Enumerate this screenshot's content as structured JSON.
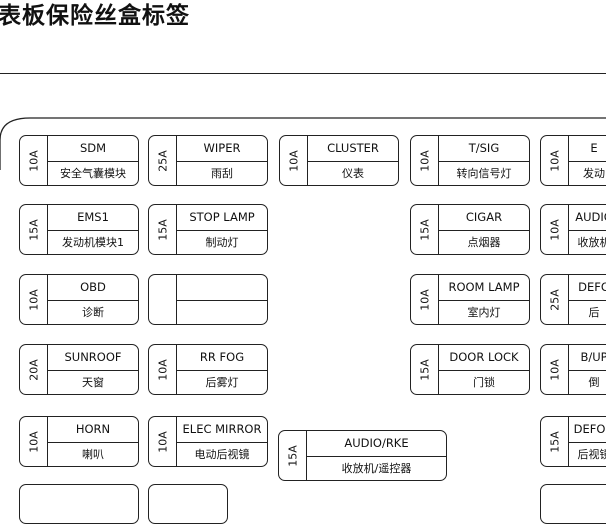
{
  "title": "表板保险丝盒标签",
  "fuses": [
    {
      "id": "sdm",
      "amp": "10A",
      "name": "SDM",
      "cn": "安全气囊模块"
    },
    {
      "id": "wiper",
      "amp": "25A",
      "name": "WIPER",
      "cn": "雨刮"
    },
    {
      "id": "cluster",
      "amp": "10A",
      "name": "CLUSTER",
      "cn": "仪表"
    },
    {
      "id": "tsig",
      "amp": "10A",
      "name": "T/SIG",
      "cn": "转向信号灯"
    },
    {
      "id": "col5-r1",
      "amp": "10A",
      "name": "E",
      "cn": "发动"
    },
    {
      "id": "ems1",
      "amp": "15A",
      "name": "EMS1",
      "cn": "发动机模块1"
    },
    {
      "id": "stop-lamp",
      "amp": "15A",
      "name": "STOP LAMP",
      "cn": "制动灯"
    },
    {
      "id": "cigar",
      "amp": "15A",
      "name": "CIGAR",
      "cn": "点烟器"
    },
    {
      "id": "col5-r2",
      "amp": "10A",
      "name": "AUDIO",
      "cn": "收放机"
    },
    {
      "id": "obd",
      "amp": "10A",
      "name": "OBD",
      "cn": "诊断"
    },
    {
      "id": "empty",
      "amp": "",
      "name": "",
      "cn": ""
    },
    {
      "id": "room-lamp",
      "amp": "10A",
      "name": "ROOM LAMP",
      "cn": "室内灯"
    },
    {
      "id": "col5-r3",
      "amp": "25A",
      "name": "DEFO",
      "cn": "后"
    },
    {
      "id": "sunroof",
      "amp": "20A",
      "name": "SUNROOF",
      "cn": "天窗"
    },
    {
      "id": "rr-fog",
      "amp": "10A",
      "name": "RR FOG",
      "cn": "后雾灯"
    },
    {
      "id": "door-lock",
      "amp": "15A",
      "name": "DOOR LOCK",
      "cn": "门锁"
    },
    {
      "id": "col5-r4",
      "amp": "10A",
      "name": "B/UP",
      "cn": "倒"
    },
    {
      "id": "horn",
      "amp": "10A",
      "name": "HORN",
      "cn": "喇叭"
    },
    {
      "id": "elec-mirror",
      "amp": "10A",
      "name": "ELEC MIRROR",
      "cn": "电动后视镜"
    },
    {
      "id": "audio-rke",
      "amp": "15A",
      "name": "AUDIO/RKE",
      "cn": "收放机/遥控器"
    },
    {
      "id": "col5-r5",
      "amp": "15A",
      "name": "DEFOG",
      "cn": "后视镜"
    }
  ]
}
